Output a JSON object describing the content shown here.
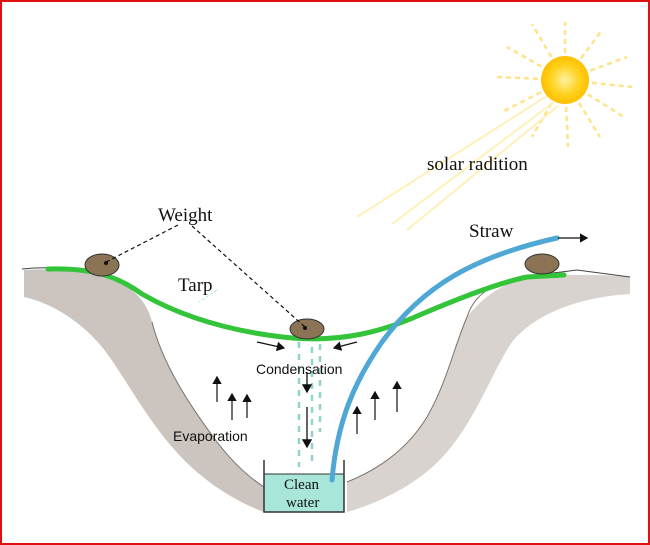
{
  "labels": {
    "solar": "solar radition",
    "weight": "Weight",
    "straw": "Straw",
    "tarp": "Tarp",
    "condensation": "Condensation",
    "evaporation": "Evaporation",
    "clean_line1": "Clean",
    "clean_line2": "water"
  },
  "colors": {
    "border": "#e01010",
    "tarp": "#33c43a",
    "straw": "#4fa7d6",
    "water": "#a8e6da",
    "sun": "#ffd21f",
    "rays": "#ffe38a",
    "stone": "#8b7455",
    "pit": "#b5aca7"
  }
}
